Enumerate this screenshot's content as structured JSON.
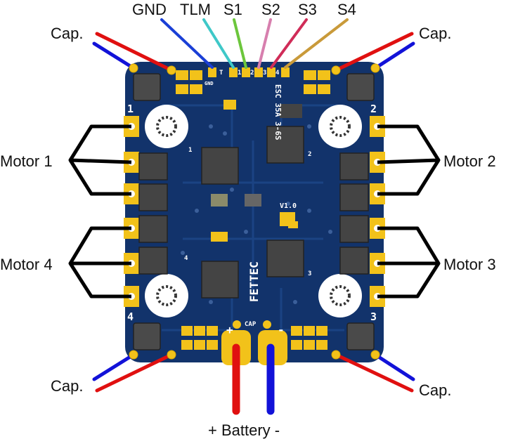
{
  "signal_labels": {
    "gnd": "GND",
    "tlm": "TLM",
    "s1": "S1",
    "s2": "S2",
    "s3": "S3",
    "s4": "S4"
  },
  "cap_labels": {
    "top_left": "Cap.",
    "top_right": "Cap.",
    "bottom_left": "Cap.",
    "bottom_right": "Cap."
  },
  "motor_labels": {
    "m1": "Motor 1",
    "m2": "Motor 2",
    "m3": "Motor 3",
    "m4": "Motor 4"
  },
  "battery_label": "+ Battery -",
  "board": {
    "brand": "FETTEC",
    "model": "ESC 35A 3-6S",
    "version": "V1.0",
    "cap_text": "CAP",
    "gnd_text": "GND",
    "plus": "+",
    "minus": "-",
    "pad_t": "T",
    "pad_1": "1",
    "pad_2": "2",
    "pad_3": "3",
    "pad_4": "4",
    "corner_1": "1",
    "corner_2": "2",
    "corner_3": "3",
    "corner_4": "4",
    "fet_1": "1",
    "fet_2": "2",
    "fet_3": "3",
    "fet_4": "4"
  },
  "colors": {
    "board": "#12336b",
    "gold": "#f2c21a",
    "wire_gnd": "#1a3fd6",
    "wire_tlm": "#3fc8c8",
    "wire_s1": "#6cc63c",
    "wire_s2": "#d77fae",
    "wire_s3": "#d02c58",
    "wire_s4": "#c99a3a",
    "wire_red": "#e01010",
    "wire_blue": "#1212d8",
    "motor_wire": "#000000"
  }
}
